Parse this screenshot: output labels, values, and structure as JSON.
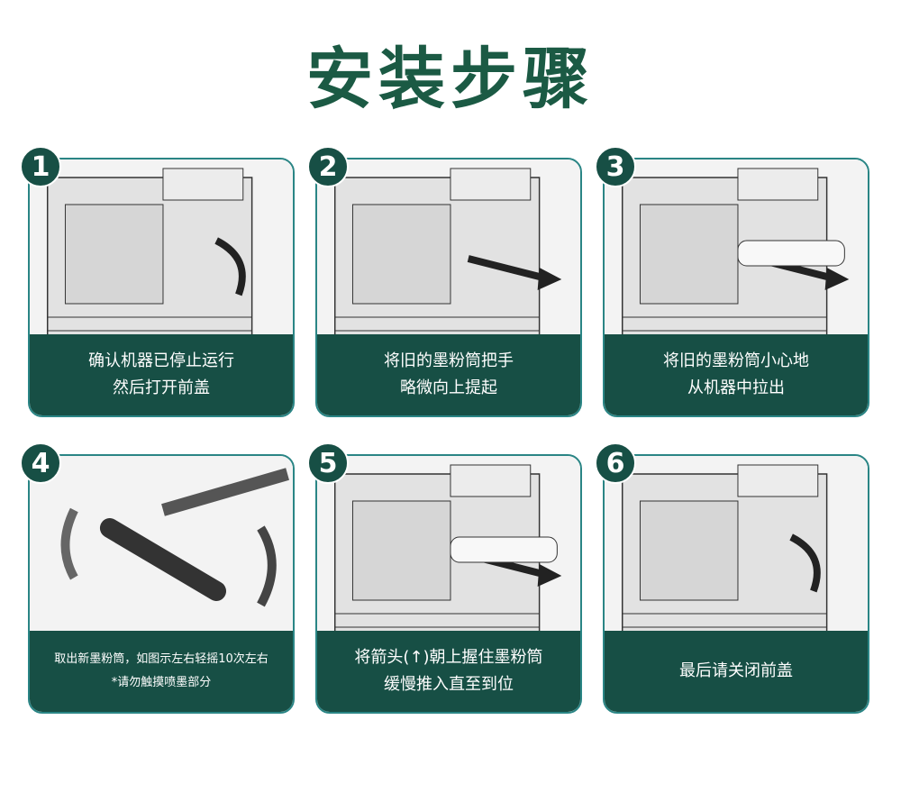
{
  "title": "安装步骤",
  "steps": [
    {
      "number": "1",
      "line1": "确认机器已停止运行",
      "line2": "然后打开前盖"
    },
    {
      "number": "2",
      "line1": "将旧的墨粉筒把手",
      "line2": "略微向上提起"
    },
    {
      "number": "3",
      "line1": "将旧的墨粉筒小心地",
      "line2": "从机器中拉出"
    },
    {
      "number": "4",
      "line1": "取出新墨粉筒，如图示左右轻摇10次左右",
      "line2": "*请勿触摸喷墨部分"
    },
    {
      "number": "5",
      "line1": "将箭头(↑)朝上握住墨粉筒",
      "line2": "缓慢推入直至到位"
    },
    {
      "number": "6",
      "line1": "最后请关闭前盖",
      "line2": ""
    }
  ],
  "colors": {
    "title": "#1b5a44",
    "caption_bg": "#174f45",
    "card_border": "#2a8585"
  }
}
